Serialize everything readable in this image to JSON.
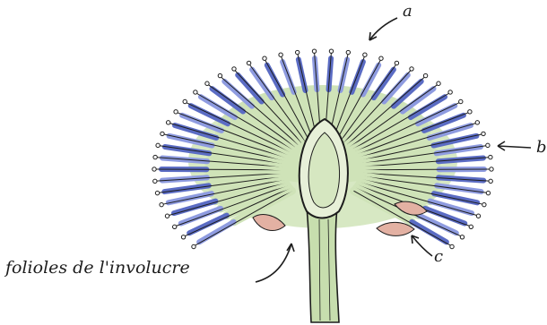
{
  "labels": {
    "a": "a",
    "b": "b",
    "c": "c",
    "involucre": "folioles de l'involucre"
  },
  "colors": {
    "paper": "#ffffff",
    "ink": "#1d1d1d",
    "floret_blue": "#5b6cc4",
    "floret_blue_light": "#8e9be0",
    "receptacle_green": "#cfe3b8",
    "stem_green": "#b9d79c",
    "bract_pink": "#d99a8a"
  }
}
